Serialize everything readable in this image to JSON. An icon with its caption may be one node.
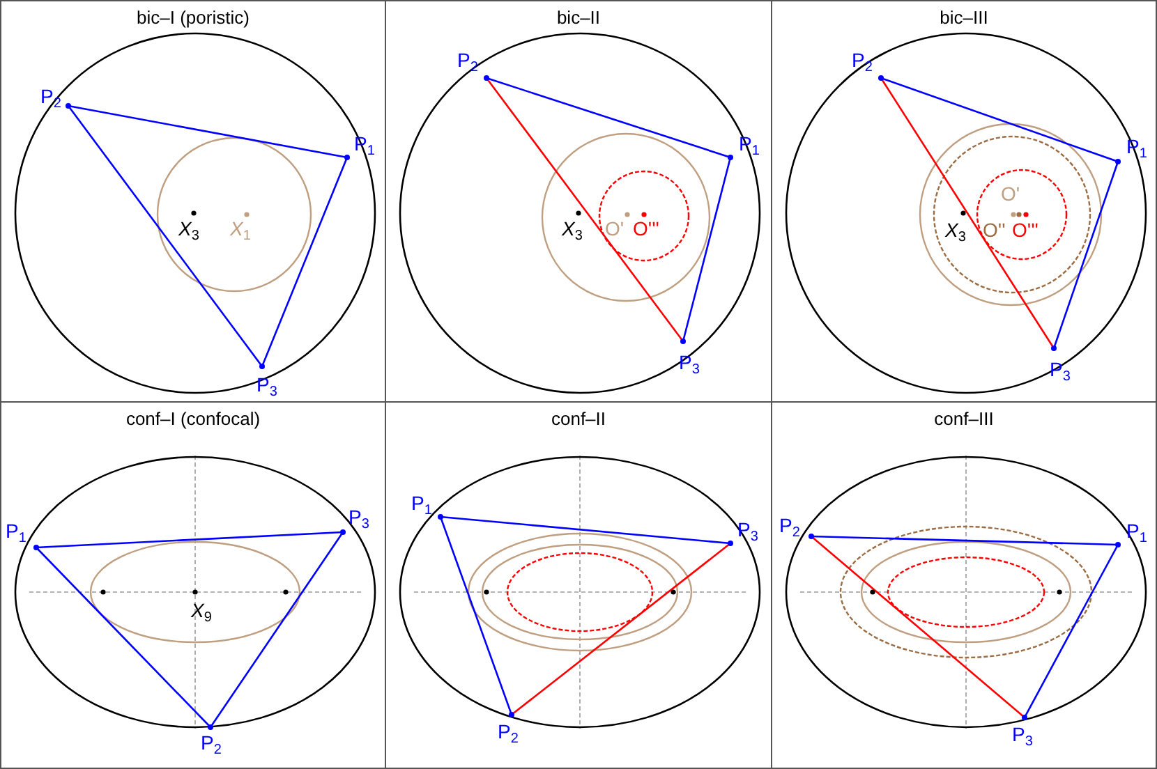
{
  "diagram": {
    "nodes": [
      {
        "text": [
          "bic–I (poristic)"
        ]
      },
      {
        "text": [
          "bic–II"
        ]
      },
      {
        "text": [
          "bic–III"
        ]
      },
      {
        "text": [
          "conf–I (confocal)"
        ]
      },
      {
        "text": [
          "conf–II"
        ]
      },
      {
        "text": [
          "conf–III"
        ]
      }
    ],
    "labels": [
      "P$_{2}$",
      "P$_{1}$",
      "*X*$_{3}$",
      "*X*$_{1}$",
      "P$_{3}$",
      "P$_{2}$",
      "P$_{1}$",
      "*X*$_{3}$",
      "O'",
      "O'''",
      "P$_{3}$",
      "P$_{2}$",
      "P$_{1}$",
      "O'",
      "*X*$_{3}$",
      "O''",
      "O'''",
      "P$_{3}$",
      "P$_{1}$",
      "P$_{3}$",
      "*X*$_{9}$",
      "P$_{2}$",
      "P$_{1}$",
      "P$_{3}$",
      "P$_{2}$",
      "P$_{2}$",
      "P$_{1}$",
      "P$_{3}$"
    ]
  }
}
